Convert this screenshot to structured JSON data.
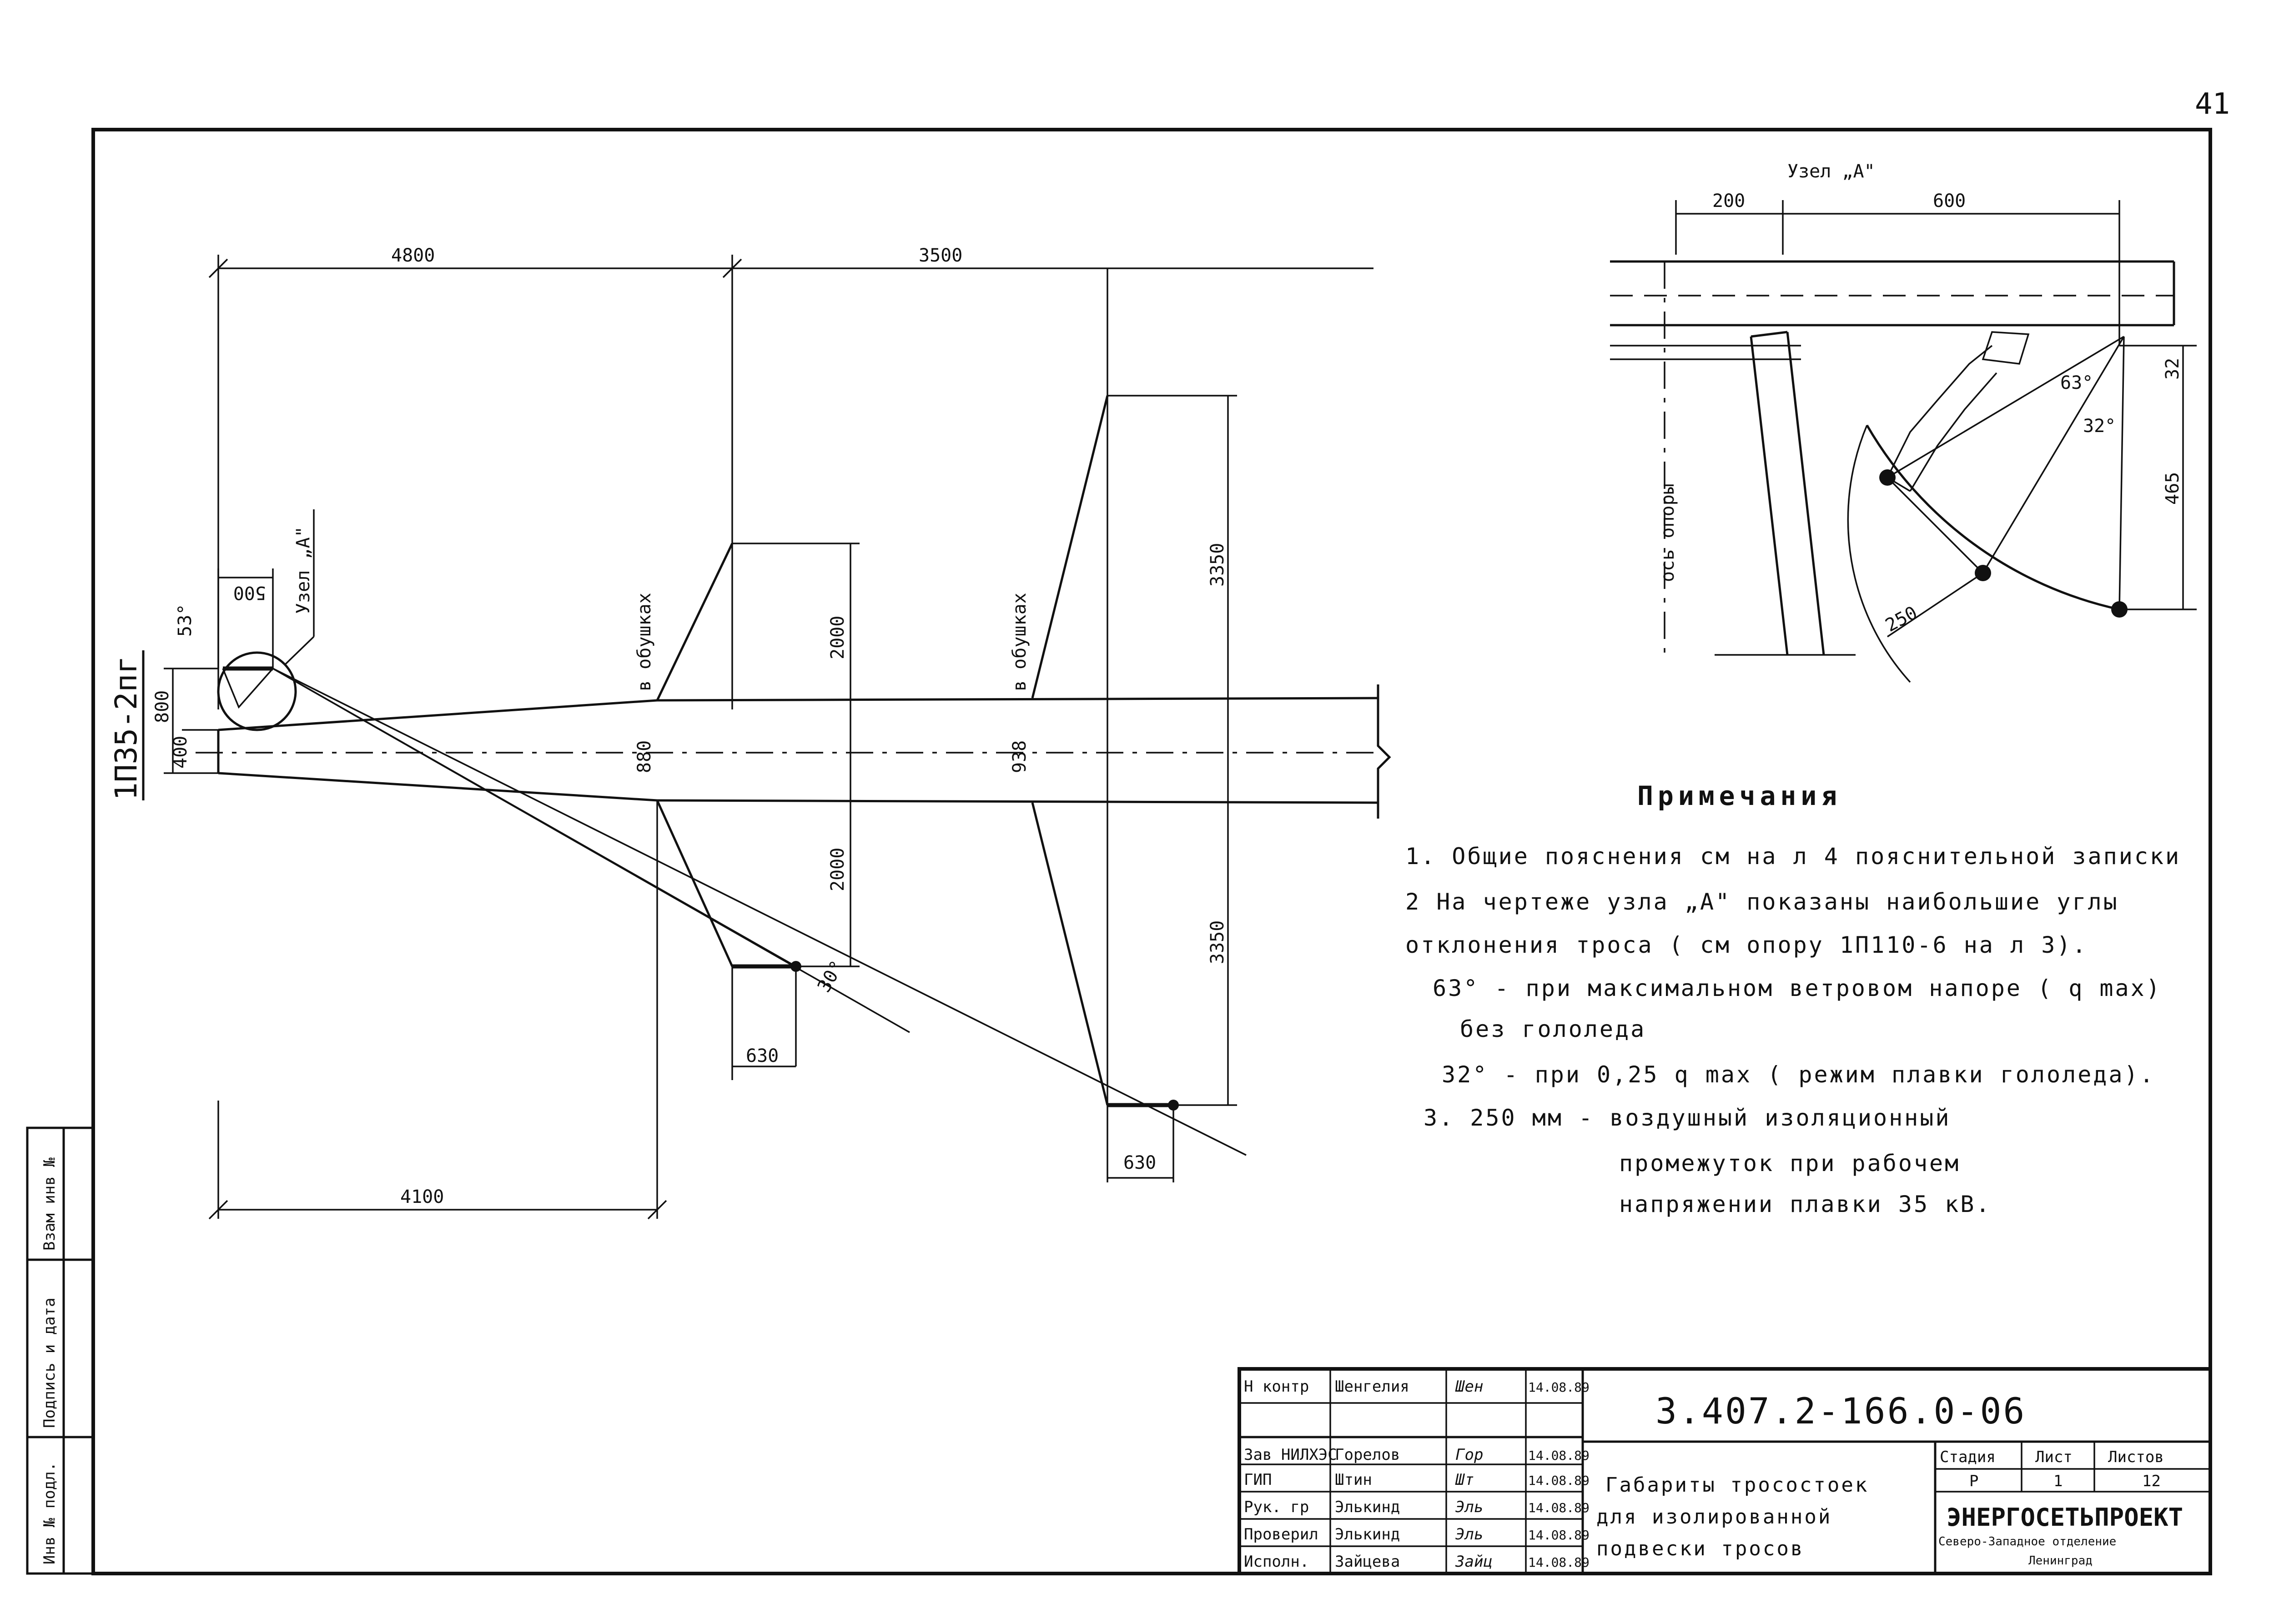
{
  "page_number": "41",
  "main_drawing": {
    "dimensions": {
      "d4800": "4800",
      "d3500": "3500",
      "d4100": "4100",
      "d500": "500",
      "d800": "800",
      "d400": "400",
      "d880": "880",
      "d938": "938",
      "d2000_top": "2000",
      "d2000_bottom": "2000",
      "d3350_top": "3350",
      "d3350_bottom": "3350",
      "d630_first": "630",
      "d630_second": "630",
      "angle_53": "53°",
      "angle_30": "30°"
    },
    "support_label": "1П35-2пг",
    "node_callout": "Узел „А\"",
    "lug_label_1": "в обушках",
    "lug_label_2": "в обушках"
  },
  "node_detail": {
    "title": "Узел „А\"",
    "dim_200": "200",
    "dim_600": "600",
    "dim_32": "32",
    "dim_465": "465",
    "dim_250": "250",
    "angle_63": "63°",
    "angle_32": "32°",
    "axis_label": "ось опоры"
  },
  "notes": {
    "heading": "Примечания",
    "line1": "1. Общие пояснения см на л 4 пояснительной записки",
    "line2": "2 На чертеже узла „А\" показаны наибольшие углы",
    "line3": "отклонения троса ( см опору 1П110-6 на л 3).",
    "line4": "63° - при максимальном ветровом напоре ( q max)",
    "line5": "без гололеда",
    "line6": "32° - при 0,25 q max ( режим плавки гололеда).",
    "line7": "3. 250 мм   -  воздушный изоляционный",
    "line8": "промежуток при рабочем",
    "line9": "напряжении плавки 35 кВ."
  },
  "left_strip": {
    "inv_podl": "Инв № подл.",
    "podpis_data": "Подпись и дата",
    "vzam_inv": "Взам инв №"
  },
  "title_block": {
    "doc_code": "3.407.2-166.0-06",
    "rows": [
      {
        "role": "Н контр",
        "name": "Шенгелия",
        "sign": "Шен",
        "date": "14.08.89"
      },
      {
        "role": "",
        "name": "",
        "sign": "",
        "date": ""
      },
      {
        "role": "Зав НИЛХЭС",
        "name": "Горелов",
        "sign": "Гор",
        "date": "14.08.89"
      },
      {
        "role": "ГИП",
        "name": "Штин",
        "sign": "Шт",
        "date": "14.08.89"
      },
      {
        "role": "Рук. гр",
        "name": "Элькинд",
        "sign": "Эль",
        "date": "14.08.89"
      },
      {
        "role": "Проверил",
        "name": "Элькинд",
        "sign": "Эль",
        "date": "14.08.89"
      },
      {
        "role": "Исполн.",
        "name": "Зайцева",
        "sign": "Зайц",
        "date": "14.08.89"
      }
    ],
    "title_line1": "Габариты тросостоек",
    "title_line2": "для изолированной",
    "title_line3": "подвески тросов",
    "stage_header": "Стадия",
    "sheet_header": "Лист",
    "sheets_header": "Листов",
    "stage_value": "Р",
    "sheet_value": "1",
    "sheets_value": "12",
    "org_name": "ЭНЕРГОСЕТЬПРОЕКТ",
    "org_branch": "Северо-Западное отделение",
    "org_city": "Ленинград"
  }
}
